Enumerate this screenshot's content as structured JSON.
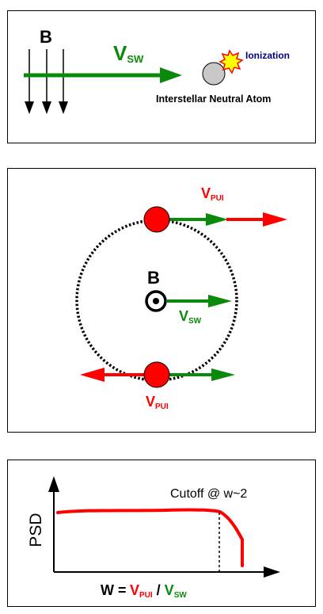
{
  "panel1": {
    "b_label": "B",
    "vsw_main": "V",
    "vsw_sub": "SW",
    "ionization_label": "Ionization",
    "atom_label": "Interstellar Neutral Atom",
    "colors": {
      "green": "#0a8a0a",
      "atom": "#c8c8c8",
      "burst_fill": "#ffff00",
      "burst_stroke": "#ff0000",
      "ionization_text": "#000080"
    }
  },
  "panel2": {
    "b_label": "B",
    "vpui_top_main": "V",
    "vpui_top_sub": "PUI",
    "vpui_bottom_main": "V",
    "vpui_bottom_sub": "PUI",
    "vsw_main": "V",
    "vsw_sub": "SW",
    "colors": {
      "red": "#ff0000",
      "green": "#0a8a0a"
    }
  },
  "panel3": {
    "ylabel": "PSD",
    "cutoff_label": "Cutoff @ w~2",
    "xlabel_w": "W =",
    "xlabel_vpui_main": "V",
    "xlabel_vpui_sub": "PUI",
    "xlabel_slash": " / ",
    "xlabel_vsw_main": "V",
    "xlabel_vsw_sub": "SW",
    "colors": {
      "curve": "#ff0000",
      "red": "#ff0000",
      "green": "#0a8a0a"
    }
  }
}
